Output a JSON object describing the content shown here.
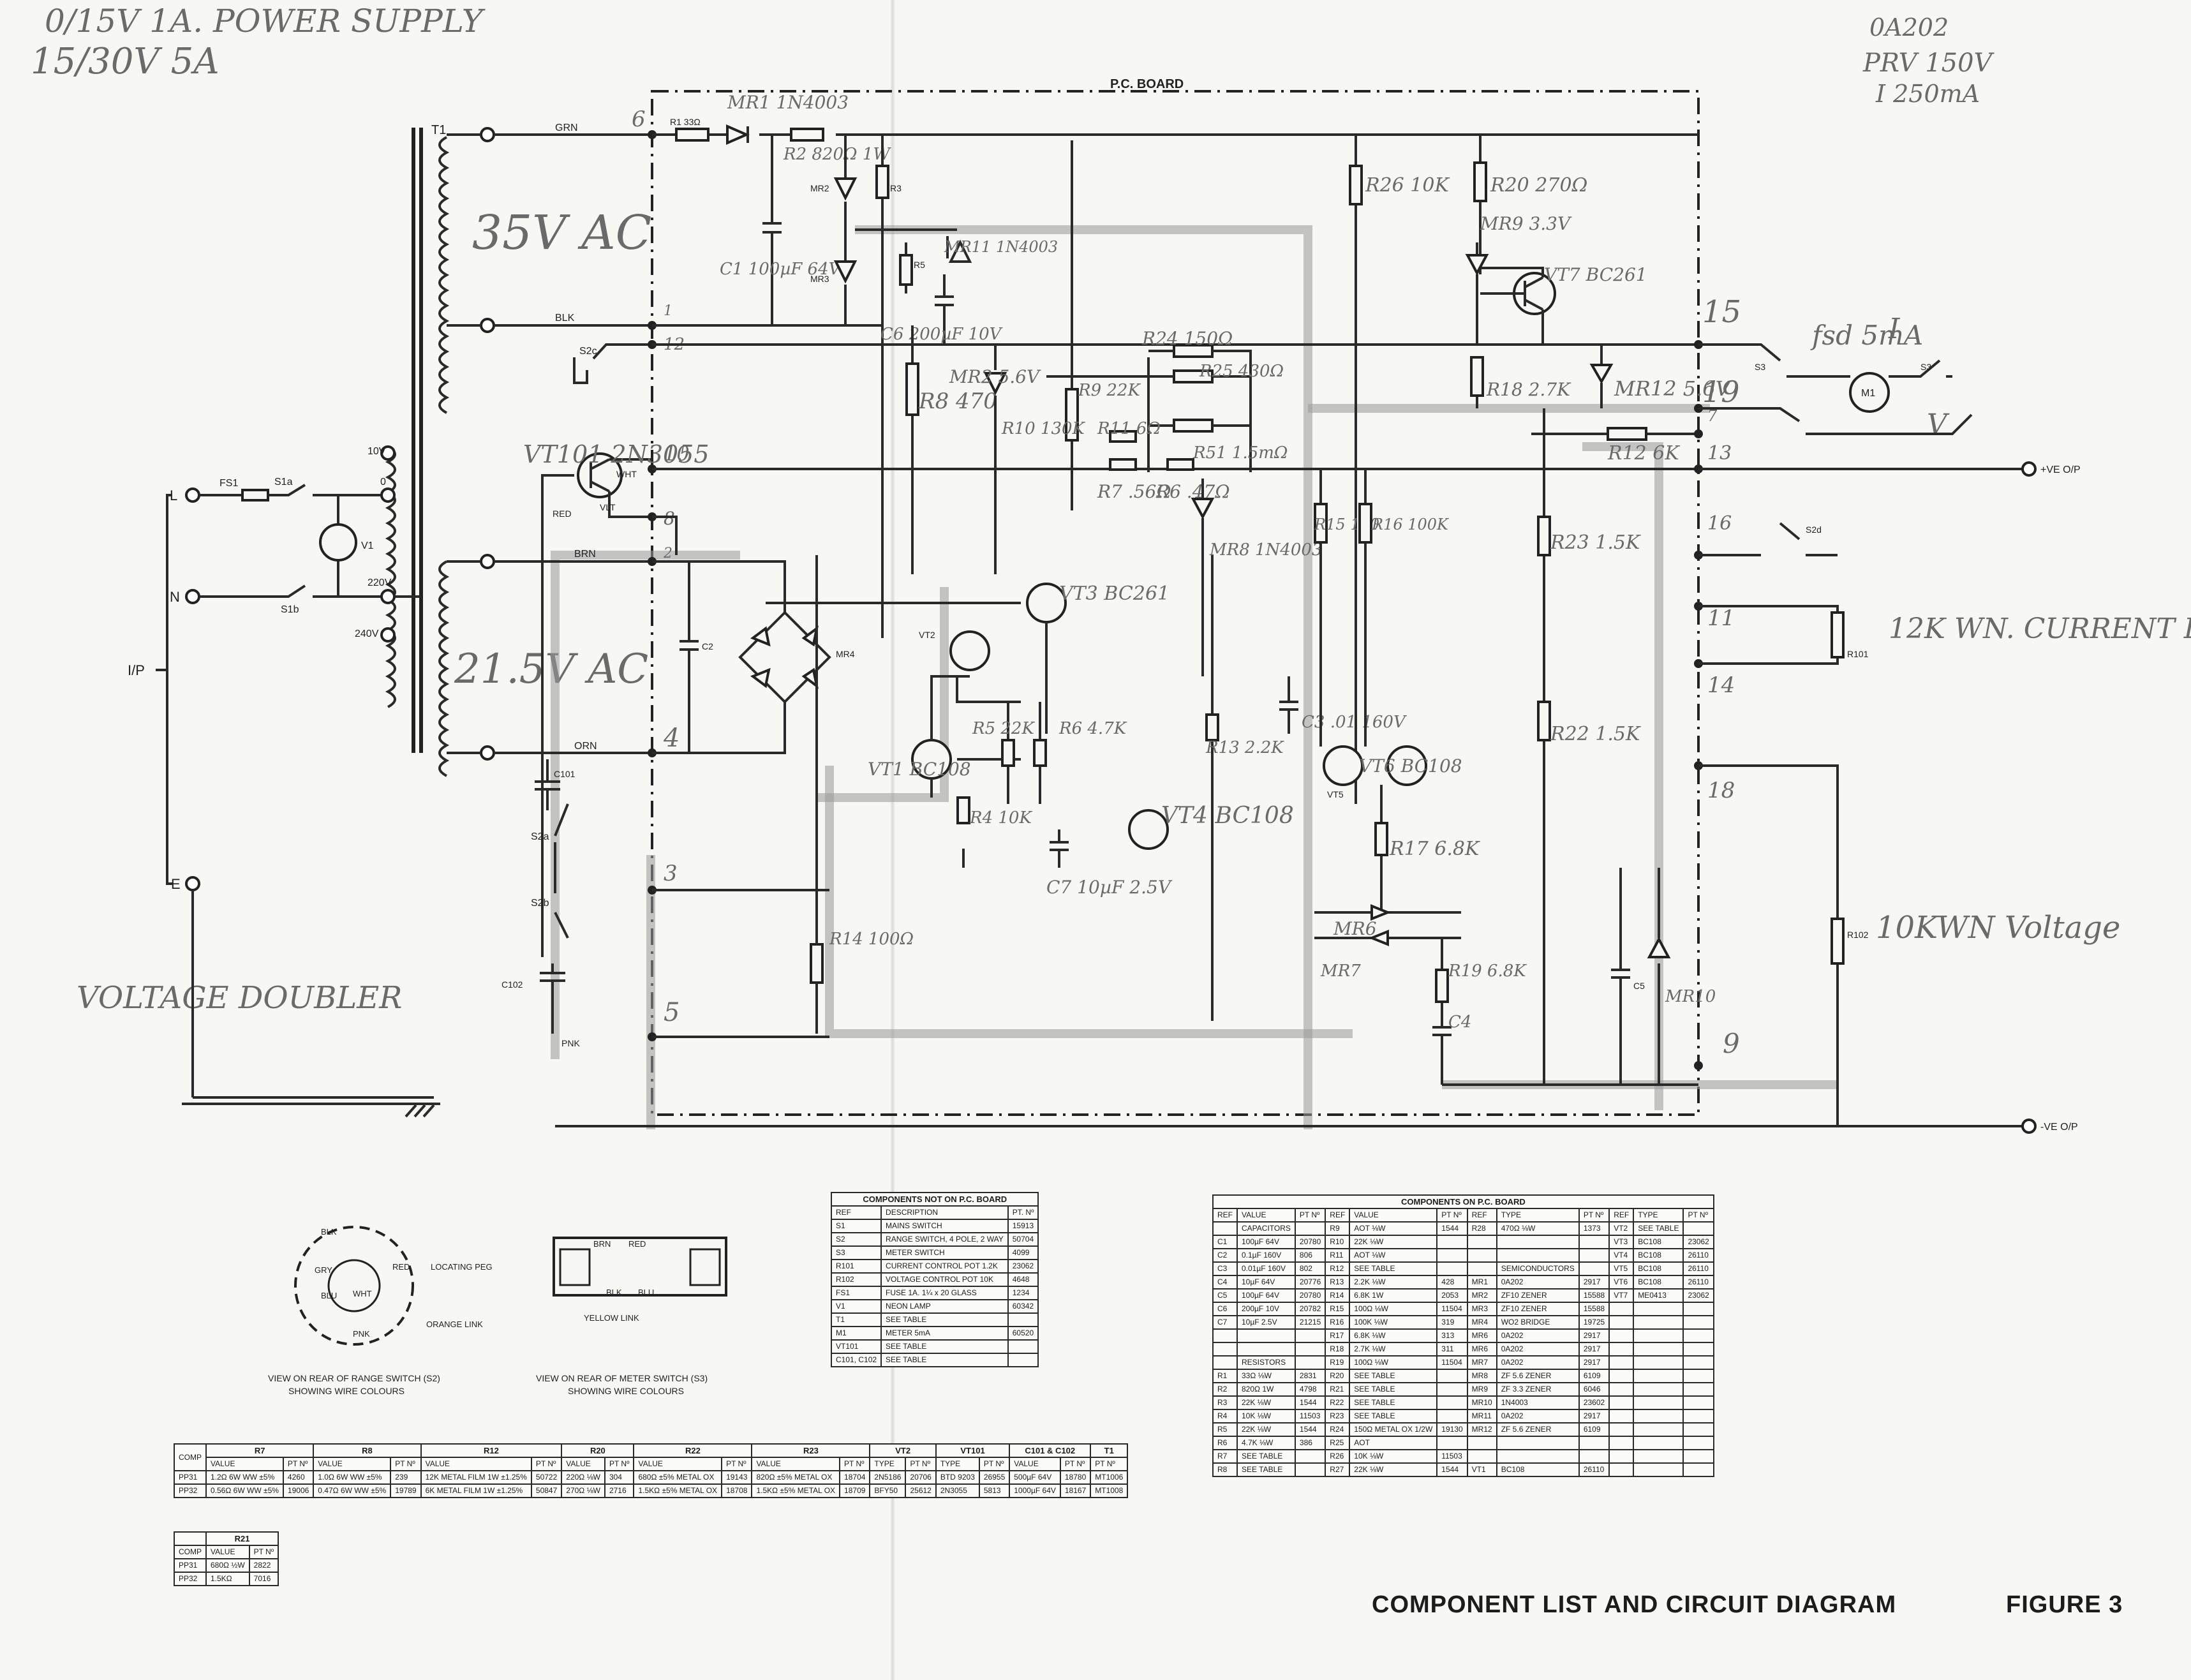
{
  "annotations": {
    "top_left_1": "0/15V 1A.  POWER SUPPLY",
    "top_left_2": "15/30V 5A",
    "top_right_1": "0A202",
    "top_right_2": "PRV 150V",
    "top_right_3": "I 250mA",
    "ac35": "35V AC",
    "ac215": "21.5V AC",
    "voltage_doubler": "VOLTAGE DOUBLER",
    "fsd": "fsd 5mA",
    "current_limit": "12K WN. CURRENT LIMIT",
    "voltage_pot": "10KWN Voltage",
    "i_label": "I",
    "v_label": "V"
  },
  "diagram": {
    "board_label": "P.C. BOARD",
    "transformer": "T1",
    "inputs": [
      "L",
      "N",
      "E"
    ],
    "input_label": "I/P",
    "fuse": "FS1",
    "neon": "V1",
    "tap_labels": [
      "10V",
      "0",
      "220V",
      "240V"
    ],
    "switch_labels": [
      "S1a",
      "S1b",
      "S2a",
      "S2b",
      "S2c",
      "S3",
      "S3",
      "S2d"
    ],
    "wire_colours": [
      "GRN",
      "BLK",
      "BRN",
      "ORN",
      "RED",
      "WHT",
      "PNK",
      "BLU",
      "YEL",
      "VLT"
    ],
    "terminal_numbers": [
      "6",
      "1",
      "12",
      "10",
      "8",
      "2",
      "4",
      "3",
      "5",
      "15",
      "19",
      "13",
      "16",
      "11",
      "14",
      "18",
      "9",
      "7"
    ],
    "outputs": [
      "+VE O/P",
      "-VE O/P"
    ],
    "component_labels": {
      "r1": "R1 33Ω",
      "mr1": "MR1 1N4003",
      "r2": "R2 820Ω 1W",
      "mr2": "MR2",
      "mr3": "MR3",
      "c1": "C1 100µF 64V",
      "r3": "R3",
      "r5": "R5",
      "mr11": "MR11 1N4003",
      "c6": "C6 200µF 10V",
      "r26": "R26 10K",
      "r20": "R20 270Ω",
      "mr9": "MR9 3.3V",
      "vt7": "VT7 BC261",
      "r18": "R18 2.7K",
      "mr12": "MR12 5.6V",
      "m1": "M1",
      "r8": "R8 470",
      "mr2b": "MR2 5.6V",
      "r9": "R9 22K",
      "r10": "R10 130K",
      "r24": "R24 150Ω",
      "r25": "R25 430Ω",
      "r11": "R11 6Ω",
      "r7": "R7 .56Ω",
      "r6": "R6 .47Ω",
      "r51": "R51 1.5mΩ",
      "mr8": "MR8 1N4003",
      "r12": "R12 6K",
      "vt101": "VT101 2N3055",
      "vt2": "VT2",
      "vt3": "VT3 BC261",
      "vt1": "VT1 BC108",
      "vt4": "VT4 BC108",
      "vt5": "VT5",
      "vt6": "VT6 BC108",
      "r4": "R4 10K",
      "r5b": "R5 22K",
      "r6b": "R6 4.7K",
      "c7": "C7 10µF 2.5V",
      "r13": "R13 2.2K",
      "c3": "C3 .01 160V",
      "r15": "R15 100",
      "r16": "R16 100K",
      "r17": "R17 6.8K",
      "r23": "R23 1.5K",
      "r22": "R22 1.5K",
      "mr4": "MR4",
      "c2": "C2",
      "r101": "R101",
      "r102": "R102",
      "mr6": "MR6",
      "mr7": "MR7",
      "c4": "C4",
      "c5": "C5",
      "mr10": "MR10",
      "c101": "C101",
      "c102": "C102",
      "r19": "R19 6.8K",
      "r14": "R14 100Ω"
    }
  },
  "views": {
    "range_switch": {
      "caption_1": "VIEW ON REAR OF RANGE SWITCH (S2)",
      "caption_2": "SHOWING WIRE COLOURS",
      "labels": [
        "BLK",
        "GRY",
        "WHT",
        "RED",
        "BLU",
        "PNK",
        "LOCATING PEG",
        "ORANGE LINK"
      ]
    },
    "meter_switch": {
      "caption_1": "VIEW ON REAR OF METER SWITCH (S3)",
      "caption_2": "SHOWING WIRE COLOURS",
      "labels": [
        "BRN",
        "RED",
        "BLK",
        "BLU",
        "YELLOW LINK"
      ]
    }
  },
  "table_off_board": {
    "title": "COMPONENTS NOT ON P.C. BOARD",
    "headers": [
      "REF",
      "DESCRIPTION",
      "PT. Nº"
    ],
    "rows": [
      [
        "S1",
        "MAINS SWITCH",
        "15913"
      ],
      [
        "S2",
        "RANGE SWITCH, 4 POLE, 2 WAY",
        "50704"
      ],
      [
        "S3",
        "METER SWITCH",
        "4099"
      ],
      [
        "R101",
        "CURRENT CONTROL POT 1.2K",
        "23062"
      ],
      [
        "R102",
        "VOLTAGE CONTROL POT 10K",
        "4648"
      ],
      [
        "FS1",
        "FUSE 1A. 1¼ x 20 GLASS",
        "1234"
      ],
      [
        "V1",
        "NEON LAMP",
        "60342"
      ],
      [
        "T1",
        "SEE TABLE",
        ""
      ],
      [
        "M1",
        "METER 5mA",
        "60520"
      ],
      [
        "VT101",
        "SEE TABLE",
        ""
      ],
      [
        "C101, C102",
        "SEE TABLE",
        ""
      ]
    ]
  },
  "table_on_board": {
    "title": "COMPONENTS ON P.C. BOARD",
    "headers": [
      "REF",
      "VALUE",
      "PT Nº",
      "REF",
      "VALUE",
      "PT Nº",
      "REF",
      "TYPE",
      "PT Nº",
      "REF",
      "TYPE",
      "PT Nº"
    ],
    "rows": [
      [
        "",
        "CAPACITORS",
        "",
        "R9",
        "AOT ⅛W",
        "1544",
        "R28",
        "470Ω ⅛W",
        "1373",
        "VT2",
        "SEE TABLE",
        ""
      ],
      [
        "C1",
        "100µF 64V",
        "20780",
        "R10",
        "22K ⅛W",
        "",
        "",
        "",
        "",
        "VT3",
        "BC108",
        "23062"
      ],
      [
        "C2",
        "0.1µF 160V",
        "806",
        "R11",
        "AOT ⅛W",
        "",
        "",
        "",
        "",
        "VT4",
        "BC108",
        "26110"
      ],
      [
        "C3",
        "0.01µF 160V",
        "802",
        "R12",
        "SEE TABLE",
        "",
        "",
        "SEMICONDUCTORS",
        "",
        "VT5",
        "BC108",
        "26110"
      ],
      [
        "C4",
        "10µF 64V",
        "20776",
        "R13",
        "2.2K ⅛W",
        "428",
        "MR1",
        "0A202",
        "2917",
        "VT6",
        "BC108",
        "26110"
      ],
      [
        "C5",
        "100µF 64V",
        "20780",
        "R14",
        "6.8K 1W",
        "2053",
        "MR2",
        "ZF10 ZENER",
        "15588",
        "VT7",
        "ME0413",
        "23062"
      ],
      [
        "C6",
        "200µF 10V",
        "20782",
        "R15",
        "100Ω ⅛W",
        "11504",
        "MR3",
        "ZF10 ZENER",
        "15588",
        "",
        "",
        ""
      ],
      [
        "C7",
        "10µF 2.5V",
        "21215",
        "R16",
        "100K ⅛W",
        "319",
        "MR4",
        "WO2 BRIDGE",
        "19725",
        "",
        "",
        ""
      ],
      [
        "",
        "",
        "",
        "R17",
        "6.8K ⅛W",
        "313",
        "MR6",
        "0A202",
        "2917",
        "",
        "",
        ""
      ],
      [
        "",
        "",
        "",
        "R18",
        "2.7K ⅛W",
        "311",
        "MR6",
        "0A202",
        "2917",
        "",
        "",
        ""
      ],
      [
        "",
        "RESISTORS",
        "",
        "R19",
        "100Ω ⅛W",
        "11504",
        "MR7",
        "0A202",
        "2917",
        "",
        "",
        ""
      ],
      [
        "R1",
        "33Ω ⅛W",
        "2831",
        "R20",
        "SEE TABLE",
        "",
        "MR8",
        "ZF 5.6 ZENER",
        "6109",
        "",
        "",
        ""
      ],
      [
        "R2",
        "820Ω 1W",
        "4798",
        "R21",
        "SEE TABLE",
        "",
        "MR9",
        "ZF 3.3 ZENER",
        "6046",
        "",
        "",
        ""
      ],
      [
        "R3",
        "22K ⅛W",
        "1544",
        "R22",
        "SEE TABLE",
        "",
        "MR10",
        "1N4003",
        "23602",
        "",
        "",
        ""
      ],
      [
        "R4",
        "10K ⅛W",
        "11503",
        "R23",
        "SEE TABLE",
        "",
        "MR11",
        "0A202",
        "2917",
        "",
        "",
        ""
      ],
      [
        "R5",
        "22K ⅛W",
        "1544",
        "R24",
        "150Ω METAL OX 1/2W",
        "19130",
        "MR12",
        "ZF 5.6 ZENER",
        "6109",
        "",
        "",
        ""
      ],
      [
        "R6",
        "4.7K ⅛W",
        "386",
        "R25",
        "AOT",
        "",
        "",
        "",
        "",
        "",
        "",
        ""
      ],
      [
        "R7",
        "SEE TABLE",
        "",
        "R26",
        "10K ⅛W",
        "11503",
        "",
        "",
        "",
        "",
        "",
        ""
      ],
      [
        "R8",
        "SEE TABLE",
        "",
        "R27",
        "22K ⅛W",
        "1544",
        "VT1",
        "BC108",
        "26110",
        "",
        "",
        ""
      ]
    ]
  },
  "table_variants": {
    "groups": [
      "COMP",
      "R7",
      "R8",
      "R12",
      "R20",
      "R22",
      "R23",
      "VT2",
      "VT101",
      "C101 & C102",
      "T1"
    ],
    "subheaders": [
      "",
      "VALUE",
      "PT Nº",
      "VALUE",
      "PT Nº",
      "VALUE",
      "PT Nº",
      "VALUE",
      "PT Nº",
      "VALUE",
      "PT Nº",
      "VALUE",
      "PT Nº",
      "TYPE",
      "PT Nº",
      "TYPE",
      "PT Nº",
      "VALUE",
      "PT Nº",
      "PT Nº"
    ],
    "rows": [
      [
        "PP31",
        "1.2Ω 6W WW ±5%",
        "4260",
        "1.0Ω 6W WW ±5%",
        "239",
        "12K METAL FILM 1W ±1.25%",
        "50722",
        "220Ω ⅛W",
        "304",
        "680Ω ±5% METAL OX",
        "19143",
        "820Ω ±5% METAL OX",
        "18704",
        "2N5186",
        "20706",
        "BTD 9203",
        "26955",
        "500µF 64V",
        "18780",
        "MT1006"
      ],
      [
        "PP32",
        "0.56Ω 6W WW ±5%",
        "19006",
        "0.47Ω 6W WW ±5%",
        "19789",
        "6K METAL FILM 1W ±1.25%",
        "50847",
        "270Ω ⅛W",
        "2716",
        "1.5KΩ ±5% METAL OX",
        "18708",
        "1.5KΩ ±5% METAL OX",
        "18709",
        "BFY50",
        "25612",
        "2N3055",
        "5813",
        "1000µF 64V",
        "18167",
        "MT1008"
      ]
    ]
  },
  "table_r21": {
    "group": "R21",
    "headers": [
      "COMP",
      "VALUE",
      "PT Nº"
    ],
    "rows": [
      [
        "PP31",
        "680Ω ½W",
        "2822"
      ],
      [
        "PP32",
        "1.5KΩ",
        "7016"
      ]
    ]
  },
  "caption": "COMPONENT LIST AND CIRCUIT DIAGRAM",
  "figure": "FIGURE 3"
}
